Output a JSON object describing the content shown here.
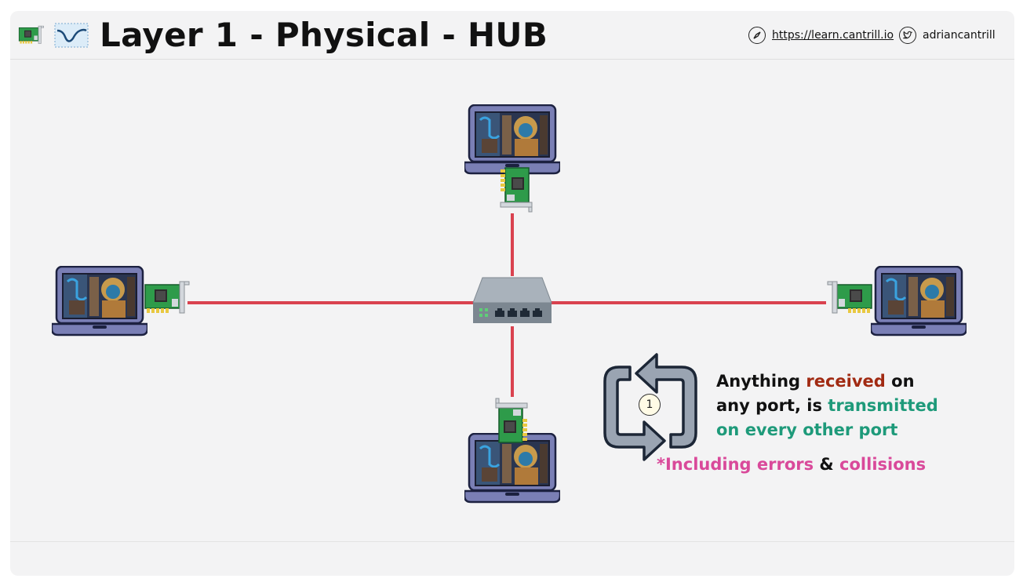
{
  "header": {
    "title": "Layer 1 - Physical - HUB",
    "link_url_text": "https://learn.cantrill.io",
    "twitter_handle": "adriancantrill",
    "icons": [
      "network-card-icon",
      "waveform-icon",
      "compass-icon",
      "twitter-icon"
    ]
  },
  "diagram": {
    "nodes": [
      "laptop-top",
      "laptop-left",
      "laptop-right",
      "laptop-bottom"
    ],
    "hub": "network-hub",
    "cable_color": "#d9424f"
  },
  "message": {
    "part1": "Anything ",
    "received": "received",
    "part2": " on any port, is ",
    "transmitted": "transmitted on every other port"
  },
  "note": {
    "part1": "*Including errors",
    "amp": " & ",
    "part2": "collisions"
  },
  "cycle_badge": "1",
  "colors": {
    "received": "#a12a12",
    "transmitted": "#1e9a7a",
    "note": "#d9499a",
    "cable": "#d9424f"
  }
}
